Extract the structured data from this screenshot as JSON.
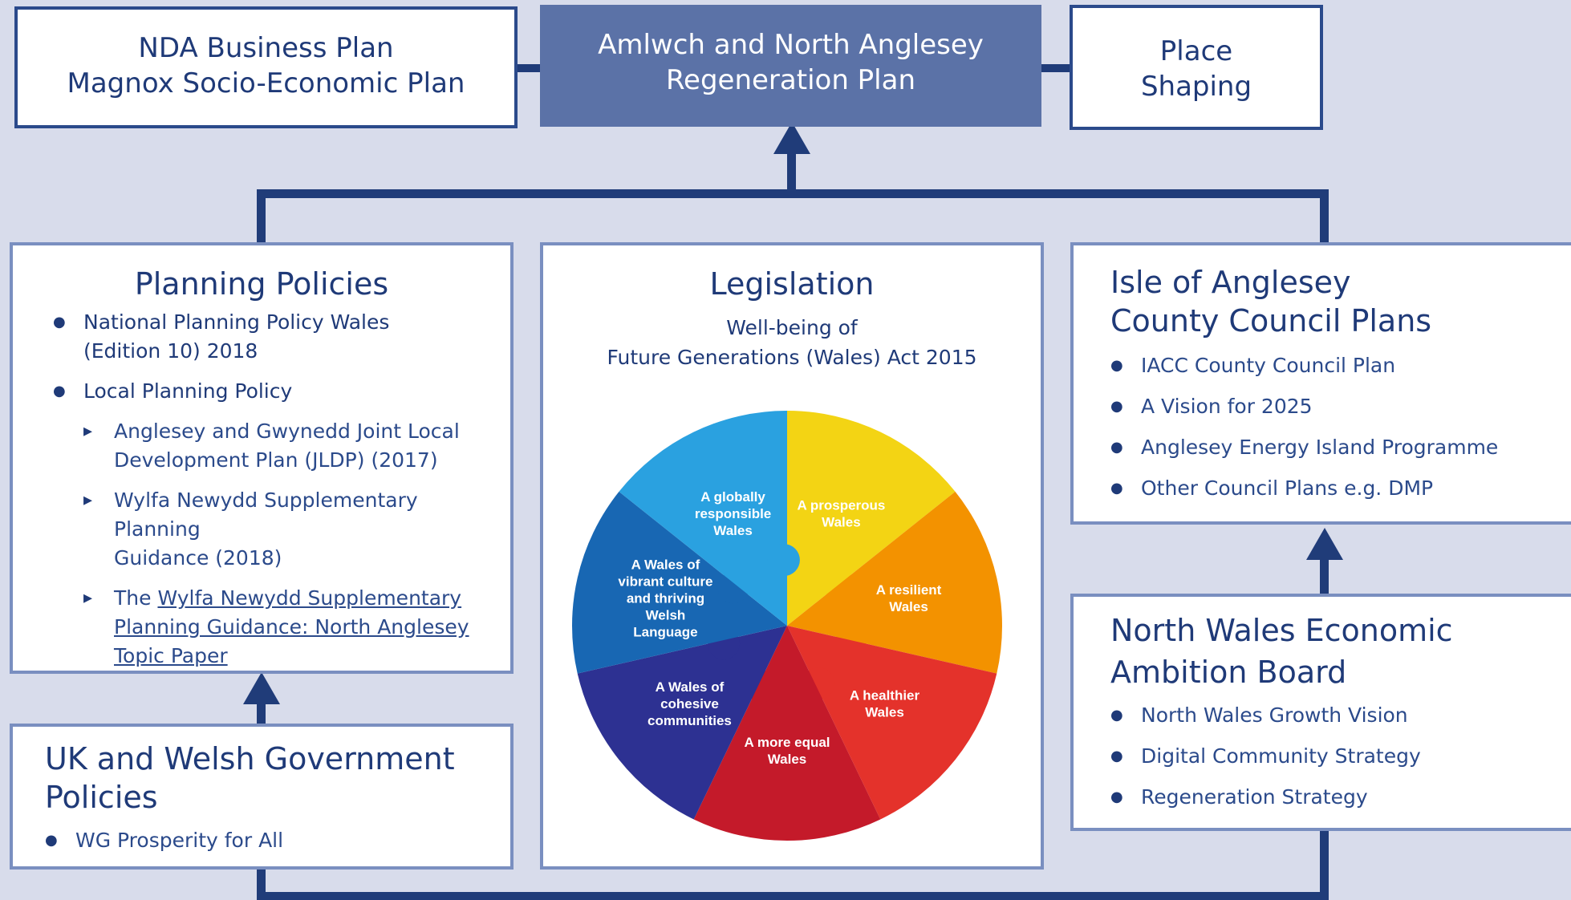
{
  "top": {
    "left_line1": "NDA Business Plan",
    "left_line2": "Magnox Socio-Economic Plan",
    "center_line1": "Amlwch and North Anglesey",
    "center_line2": "Regeneration Plan",
    "right_line1": "Place",
    "right_line2": "Shaping"
  },
  "planning": {
    "title": "Planning Policies",
    "item1_l1": "National Planning Policy Wales",
    "item1_l2": "(Edition 10) 2018",
    "item2": "Local Planning Policy",
    "sub1_l1": "Anglesey and Gwynedd Joint Local",
    "sub1_l2": "Development Plan (JLDP) (2017)",
    "sub2_l1": "Wylfa Newydd Supplementary Planning",
    "sub2_l2": "Guidance (2018)",
    "sub3_prefix": "The ",
    "sub3_link_l1": "Wylfa Newydd Supplementary",
    "sub3_link_l2": "Planning Guidance: North Anglesey",
    "sub3_link_l3": "Topic Paper"
  },
  "legislation": {
    "title": "Legislation",
    "subtitle_l1": "Well-being of",
    "subtitle_l2": "Future Generations (Wales) Act 2015"
  },
  "wheel": {
    "segments": [
      {
        "lines": [
          "A prosperous",
          "Wales"
        ],
        "color": "#f3d414"
      },
      {
        "lines": [
          "A resilient",
          "Wales"
        ],
        "color": "#f39200"
      },
      {
        "lines": [
          "A healthier",
          "Wales"
        ],
        "color": "#e4322b"
      },
      {
        "lines": [
          "A more equal",
          "Wales"
        ],
        "color": "#c41a2a"
      },
      {
        "lines": [
          "A Wales of",
          "cohesive",
          "communities"
        ],
        "color": "#2d3192"
      },
      {
        "lines": [
          "A Wales of",
          "vibrant culture",
          "and thriving",
          "Welsh",
          "Language"
        ],
        "color": "#1867b3"
      },
      {
        "lines": [
          "A globally",
          "responsible",
          "Wales"
        ],
        "color": "#2aa1e0"
      }
    ]
  },
  "iacc": {
    "title_l1": "Isle of Anglesey",
    "title_l2": "County Council Plans",
    "items": [
      "IACC County Council Plan",
      "A Vision for 2025",
      "Anglesey Energy Island Programme",
      "Other Council Plans e.g. DMP"
    ]
  },
  "nweab": {
    "title_l1": "North Wales Economic",
    "title_l2": "Ambition Board",
    "items": [
      "North Wales Growth Vision",
      "Digital Community Strategy",
      "Regeneration Strategy"
    ]
  },
  "ukwg": {
    "title_l1": "UK and Welsh Government",
    "title_l2": "Policies",
    "items": [
      "WG Prosperity for All"
    ]
  }
}
